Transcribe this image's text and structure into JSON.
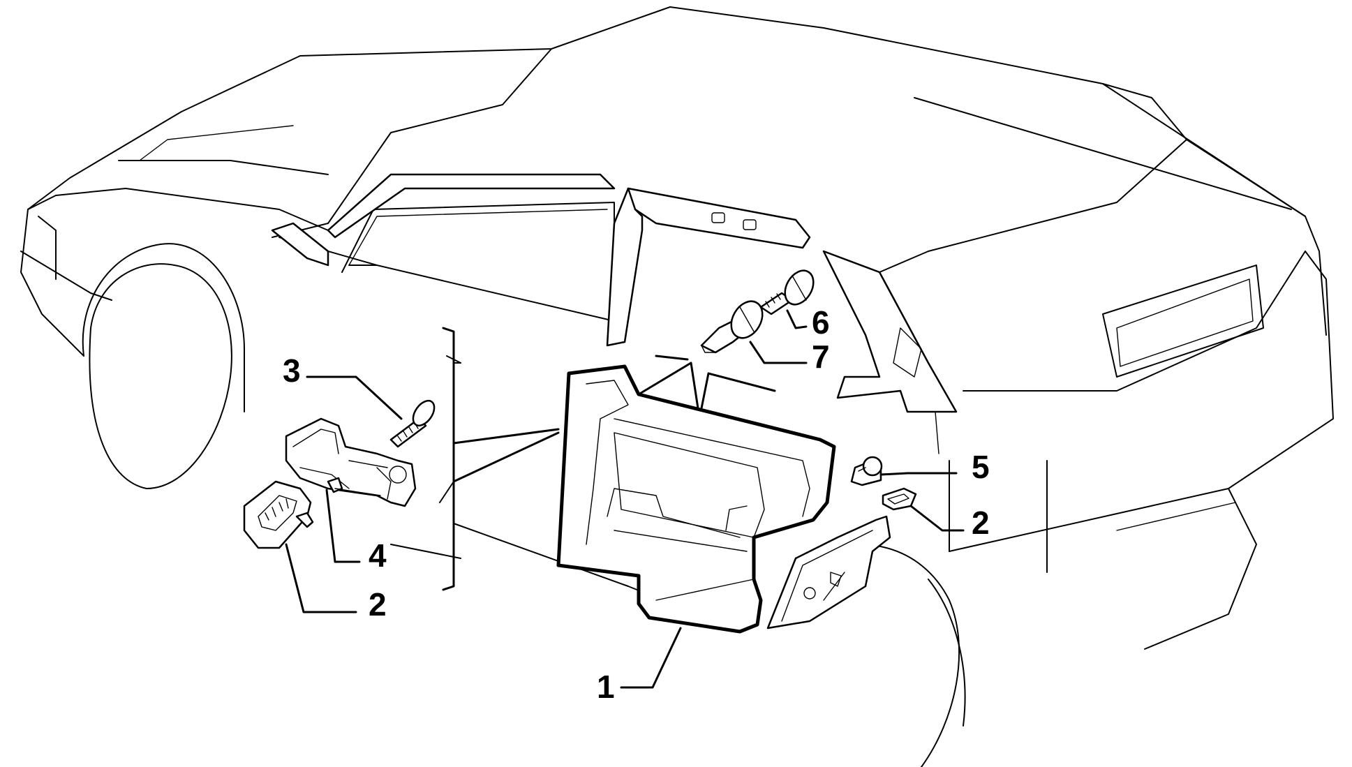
{
  "callouts": {
    "c1": "1",
    "c2_left": "2",
    "c2_right": "2",
    "c3": "3",
    "c4": "4",
    "c5": "5",
    "c6": "6",
    "c7": "7"
  },
  "colors": {
    "line": "#000000",
    "background": "#ffffff"
  }
}
